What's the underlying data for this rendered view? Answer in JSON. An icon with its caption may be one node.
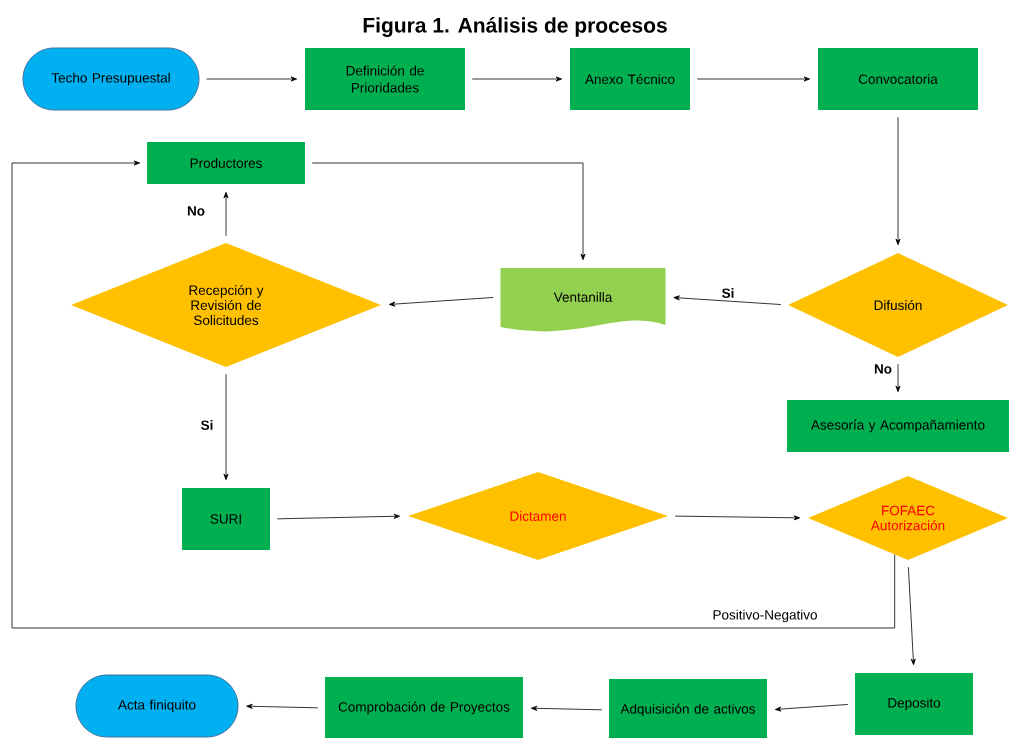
{
  "diagram": {
    "title": "Figura 1. Análisis de procesos",
    "nodes": [
      {
        "text": [
          "Techo Presupuestal"
        ]
      },
      {
        "text": [
          "Definición de Prioridades"
        ]
      },
      {
        "text": [
          "Anexo Técnico"
        ]
      },
      {
        "text": [
          "Convocatoria"
        ]
      },
      {
        "text": [
          "Productores"
        ]
      },
      {
        "text": [
          "Recepción y Revisión de Solicitudes"
        ]
      },
      {
        "text": [
          "Ventanilla"
        ]
      },
      {
        "text": [
          "Difusión"
        ]
      },
      {
        "text": [
          "Asesoría y Acompañamiento"
        ]
      },
      {
        "text": [
          "SURI"
        ]
      },
      {
        "text": [
          "Dictamen"
        ]
      },
      {
        "text": [
          "FOFAEC Autorización"
        ]
      },
      {
        "text": [
          "Acta finiquito"
        ]
      },
      {
        "text": [
          "Comprobación de Proyectos"
        ]
      },
      {
        "text": [
          "Adquisición de activos"
        ]
      },
      {
        "text": [
          "Deposito"
        ]
      }
    ],
    "edges": [
      {
        "from": 0,
        "to": 1,
        "arrow": "to"
      },
      {
        "from": 1,
        "to": 2,
        "arrow": "to"
      },
      {
        "from": 2,
        "to": 3,
        "arrow": "to"
      },
      {
        "from": 3,
        "to": 7,
        "arrow": "to"
      },
      {
        "from": 4,
        "to": 6,
        "arrow": "to"
      },
      {
        "from": 7,
        "to": 6,
        "arrow": "to",
        "label": "Si"
      },
      {
        "from": 6,
        "to": 5,
        "arrow": "to"
      },
      {
        "from": 5,
        "to": 4,
        "arrow": "to",
        "label": "No"
      },
      {
        "from": 7,
        "to": 8,
        "arrow": "to",
        "label": "No"
      },
      {
        "from": 5,
        "to": 9,
        "arrow": "to",
        "label": "Si"
      },
      {
        "from": 9,
        "to": 10,
        "arrow": "to"
      },
      {
        "from": 10,
        "to": 11,
        "arrow": "to"
      },
      {
        "from": 11,
        "to": 4,
        "arrow": "to",
        "label": "Positivo-Negativo"
      },
      {
        "from": 11,
        "to": 15,
        "arrow": "to"
      },
      {
        "from": 15,
        "to": 14,
        "arrow": "to"
      },
      {
        "from": 14,
        "to": 13,
        "arrow": "to"
      },
      {
        "from": 13,
        "to": 12,
        "arrow": "to"
      }
    ]
  }
}
